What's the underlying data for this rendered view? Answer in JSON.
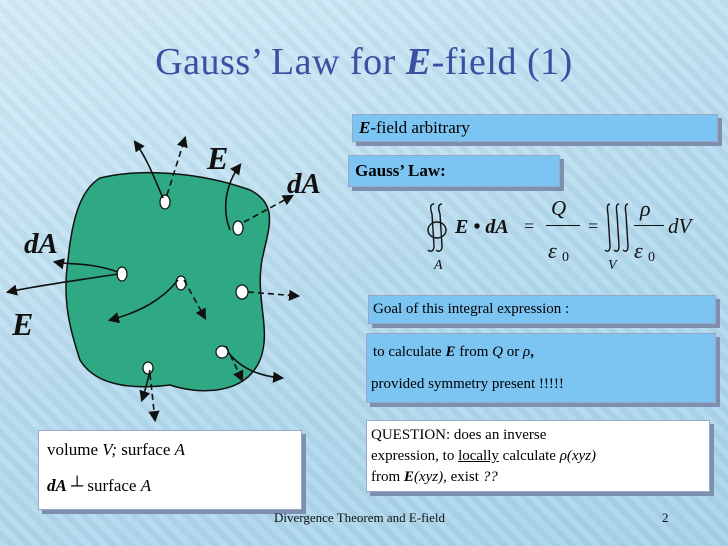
{
  "title": {
    "pre": "Gauss’ Law for ",
    "bold": "E",
    "post": "-field (1)"
  },
  "boxes": {
    "arbitrary": {
      "em": "E",
      "text": "-field arbitrary"
    },
    "gauss": "Gauss’ Law:",
    "goal": "Goal of this integral expression :",
    "calc": {
      "pre": "to calculate ",
      "E": "E",
      "mid": " from ",
      "Q": "Q",
      "or": " or ",
      "rho": "ρ",
      "comma": ",",
      "line2": "provided symmetry present !!!!!"
    },
    "question": {
      "l1": "QUESTION: does an inverse",
      "l2a": "expression, to ",
      "l2b": "locally",
      "l2c": " calculate ",
      "l2d": "ρ(xyz)",
      "l3a": "from ",
      "l3b": "E",
      "l3c": "(xyz),",
      "l3d": " exist ",
      "l3e": "??"
    },
    "volume": {
      "l1a": "volume ",
      "l1b": "V;",
      "l1c": " surface ",
      "l1d": "A",
      "l2a": "dA",
      "l2b": "┴",
      "l2c": " surface ",
      "l2d": "A"
    }
  },
  "diagram": {
    "E_top": "E",
    "dA_right": "dA",
    "dA_left": "dA",
    "E_left": "E"
  },
  "equation": {
    "lhs": "E • dA",
    "eq1": "=",
    "Q": "Q",
    "eps0a": "ε",
    "sub0a": "0",
    "eq2": "=",
    "rho": "ρ",
    "eps0b": "ε",
    "sub0b": "0",
    "dV": "dV",
    "A": "A",
    "V": "V"
  },
  "footer": "Divergence Theorem and E-field",
  "page_number": "2",
  "colors": {
    "title": "#3b4fa3",
    "blob": "#2fa984",
    "box_blue": "#7cc4f2"
  }
}
